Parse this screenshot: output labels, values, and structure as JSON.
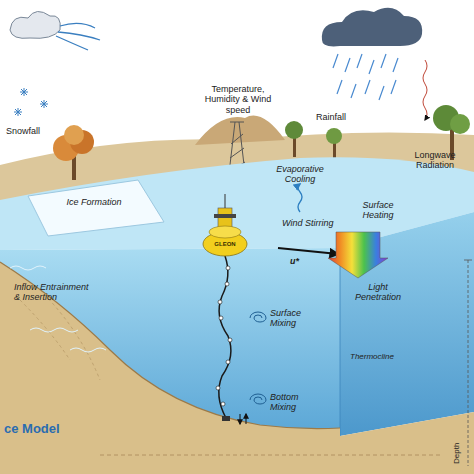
{
  "diagram": {
    "labels": [
      "Snowfall",
      "Temperature, Humidity & Wind speed",
      "Rainfall",
      "Longwave Radiation",
      "Ice Formation",
      "Evaporative Cooling",
      "GLEON",
      "Wind Stirring",
      "u*",
      "Surface Heating",
      "Light Penetration",
      "Surface Mixing",
      "Inflow Entrainment & Insertion",
      "Thermocline",
      "Bottom Mixing",
      "ce Model",
      "Depth"
    ]
  }
}
